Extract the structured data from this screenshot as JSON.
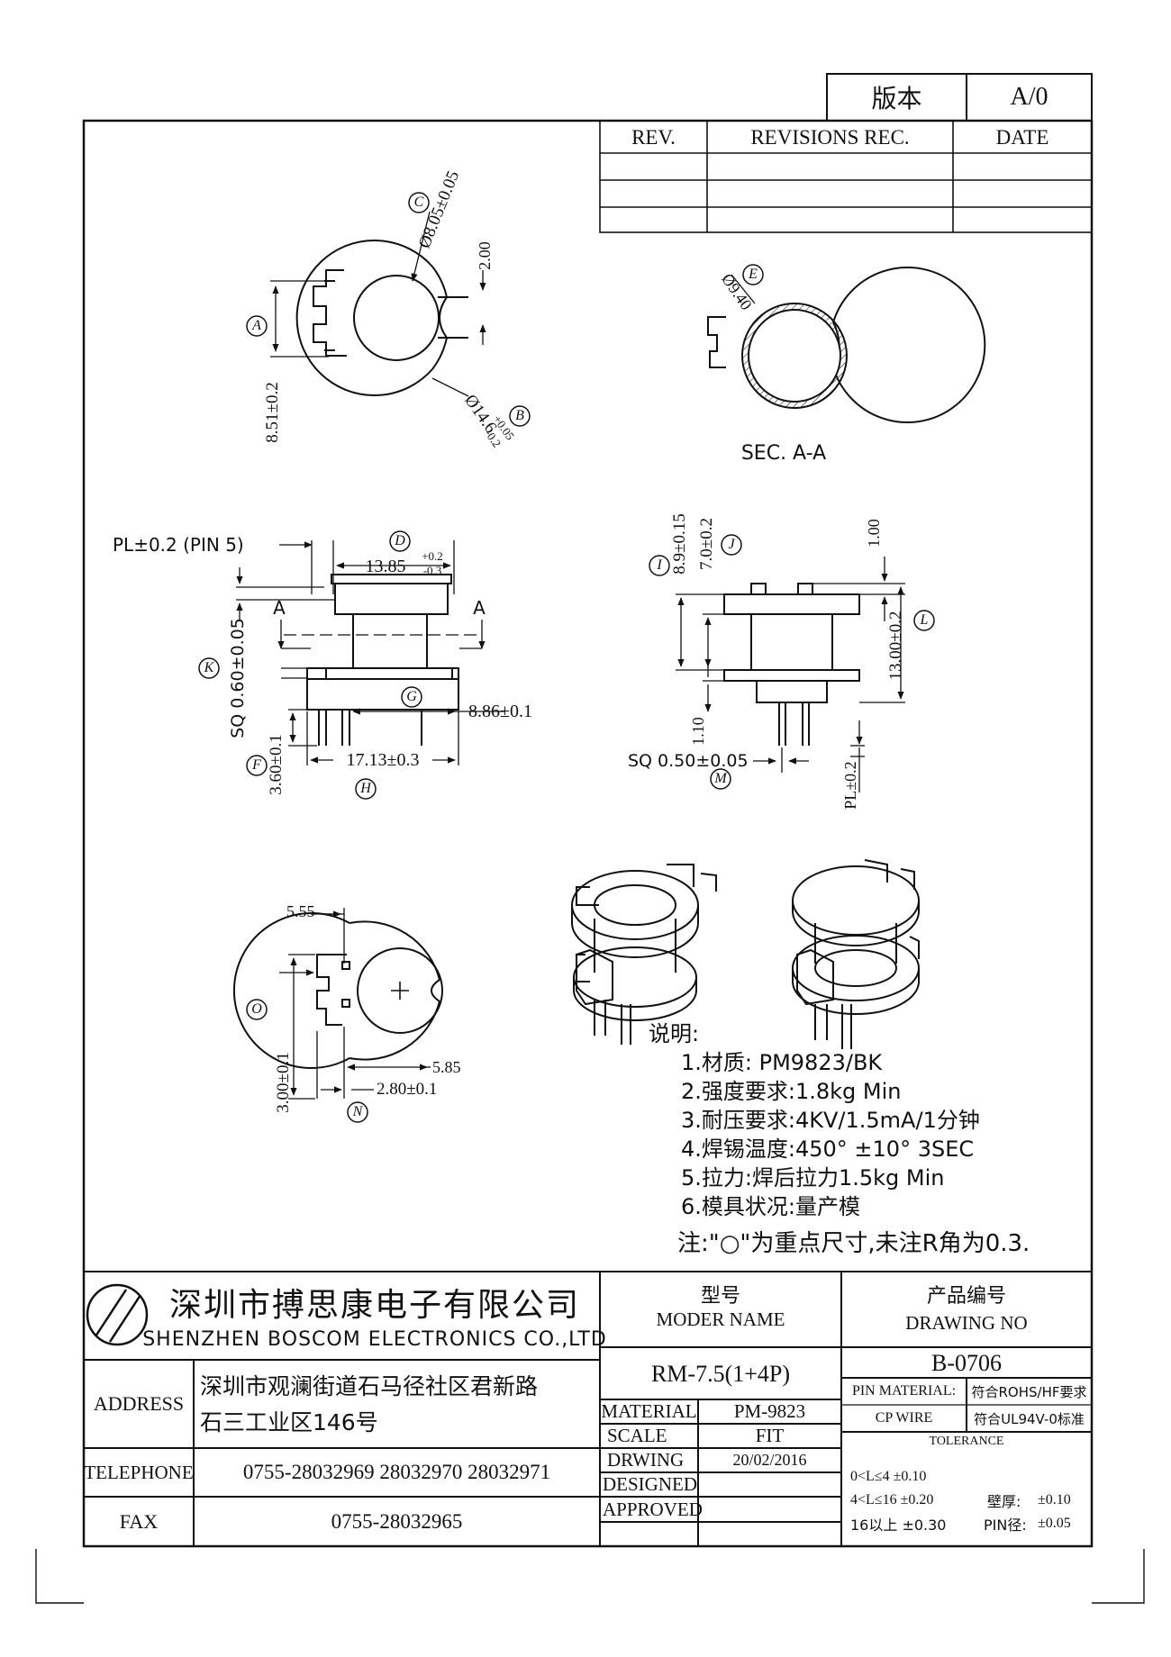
{
  "version_box": {
    "label": "版本",
    "value": "A/0"
  },
  "revision_table": {
    "headers": [
      "REV.",
      "REVISIONS REC.",
      "DATE"
    ]
  },
  "views": {
    "top": {
      "marker_c": "C",
      "marker_a": "A",
      "marker_b": "B",
      "dim_inner_dia": "Ø8.05±0.05",
      "dim_slot": "2.00",
      "dim_height": "8.51±0.2",
      "dim_outer_dia": "Ø14.6",
      "dim_outer_tol_plus": "+0.05",
      "dim_outer_tol_minus": "-0.2"
    },
    "section": {
      "marker_e": "E",
      "dim_dia": "Ø9.40",
      "label": "SEC. A-A"
    },
    "front": {
      "pl_label": "PL±0.2 (PIN 5)",
      "marker_d": "D",
      "dim_width": "13.85",
      "dim_width_tol_plus": "+0.2",
      "dim_width_tol_minus": "-0.3",
      "section_a_left": "A",
      "section_a_right": "A",
      "marker_k": "K",
      "dim_pin_sq": "SQ 0.60±0.05",
      "marker_g": "G",
      "dim_base": "8.86±0.1",
      "marker_f": "F",
      "dim_pin_len": "3.60±0.1",
      "dim_total": "17.13±0.3",
      "marker_h": "H"
    },
    "side": {
      "marker_i": "I",
      "dim_i": "8.9±0.15",
      "marker_j": "J",
      "dim_j": "7.0±0.2",
      "dim_top": "1.00",
      "marker_l": "L",
      "dim_height": "13.00±0.2",
      "dim_flange": "1.10",
      "dim_pin_sq": "SQ 0.50±0.05",
      "marker_m": "M",
      "dim_pl": "PL±0.2"
    },
    "bottom": {
      "dim_555": "5.55",
      "marker_o": "O",
      "dim_pin": "3.00±0.1",
      "dim_585": "5.85",
      "dim_280": "2.80±0.1",
      "marker_n": "N"
    }
  },
  "notes": {
    "title": "说明:",
    "items": [
      "1.材质: PM9823/BK",
      "2.强度要求:1.8kg Min",
      "3.耐压要求:4KV/1.5mA/1分钟",
      "4.焊锡温度:450° ±10°  3SEC",
      "5.拉力:焊后拉力1.5kg Min",
      "6.模具状况:量产模"
    ],
    "remark": "注:\"○\"为重点尺寸,未注R角为0.3."
  },
  "title_block": {
    "company_cn": "深圳市搏思康电子有限公司",
    "company_en": "SHENZHEN BOSCOM ELECTRONICS CO.,LTD",
    "model_cn": "型号",
    "model_en": "MODER NAME",
    "model_value": "RM-7.5(1+4P)",
    "drawing_cn": "产品编号",
    "drawing_en": "DRAWING NO",
    "drawing_value": "B-0706",
    "address_label": "ADDRESS",
    "address_line1": "深圳市观澜街道石马径社区君新路",
    "address_line2": "石三工业区146号",
    "telephone_label": "TELEPHONE",
    "telephone_value": "0755-28032969 28032970 28032971",
    "fax_label": "FAX",
    "fax_value": "0755-28032965",
    "material_label": "MATERIAL",
    "material_value": "PM-9823",
    "scale_label": "SCALE",
    "scale_value": "FIT",
    "drawing_label": "DRWING",
    "drawing_date": "20/02/2016",
    "designed_label": "DESIGNED",
    "approved_label": "APPROVED",
    "pin_material_label": "PIN MATERIAL:",
    "pin_material_value": "CP WIRE",
    "rohs": "符合ROHS/HF要求",
    "ul": "符合UL94V-0标准",
    "tolerance_title": "TOLERANCE",
    "tol_row1": "0<L≤4  ±0.10",
    "tol_row2": "4<L≤16  ±0.20",
    "tol_row3": "16以上    ±0.30",
    "wall_label": "壁厚:",
    "wall_value": "±0.10",
    "pin_dia_label": "PIN径:",
    "pin_dia_value": "±0.05"
  }
}
